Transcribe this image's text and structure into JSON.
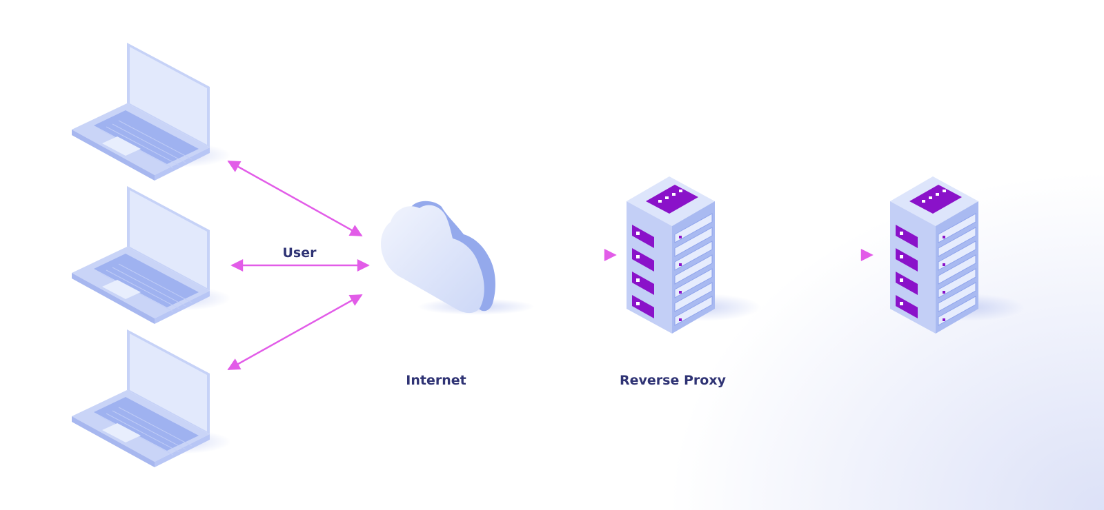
{
  "labels": {
    "user": "User",
    "internet": "Internet",
    "reverse_proxy": "Reverse Proxy"
  },
  "icons": {
    "client": "laptop-icon",
    "network": "cloud-icon",
    "proxy": "server-icon",
    "backend": "server-icon"
  },
  "colors": {
    "arrow": "#e25ce8",
    "label_text": "#2f3374",
    "device_light": "#dfe6fb",
    "device_mid": "#b8c6f5",
    "device_dark": "#8ea3ec",
    "server_accent": "#8a12c9"
  }
}
